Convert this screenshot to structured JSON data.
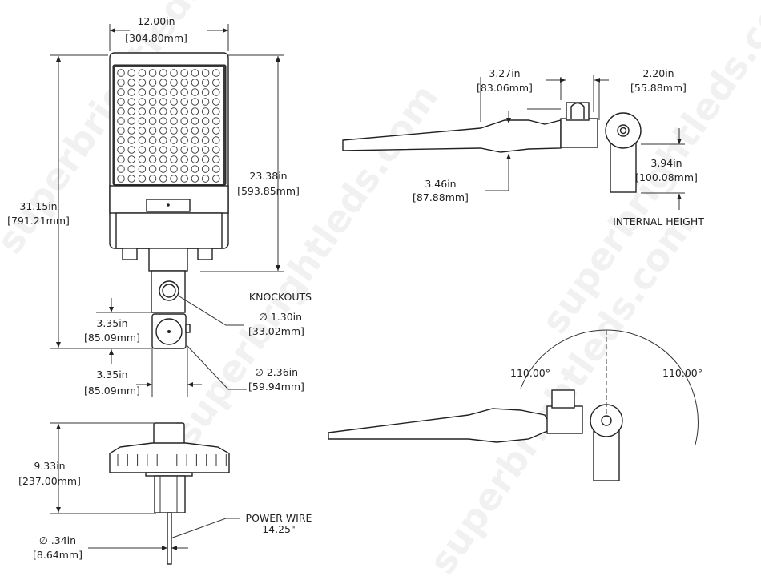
{
  "watermark": "superbrightleds.com",
  "front_view": {
    "width": {
      "in": "12.00in",
      "mm": "[304.80mm]"
    },
    "overall_height": {
      "in": "31.15in",
      "mm": "[791.21mm]"
    },
    "head_height": {
      "in": "23.38in",
      "mm": "[593.85mm]"
    },
    "knockouts_title": "KNOCKOUTS",
    "knockout_small": {
      "in": "∅ 1.30in",
      "mm": "[33.02mm]"
    },
    "knockout_large": {
      "in": "∅ 2.36in",
      "mm": "[59.94mm]"
    },
    "mount_height": {
      "in": "3.35in",
      "mm": "[85.09mm]"
    },
    "mount_width": {
      "in": "3.35in",
      "mm": "[85.09mm]"
    }
  },
  "side_view": {
    "photocell_width": {
      "in": "3.27in",
      "mm": "[83.06mm]"
    },
    "photocell_height": {
      "in": "2.20in",
      "mm": "[55.88mm]"
    },
    "profile_height": {
      "in": "3.46in",
      "mm": "[87.88mm]"
    },
    "internal_height": {
      "in": "3.94in",
      "mm": "[100.08mm]"
    },
    "internal_height_label": "INTERNAL HEIGHT"
  },
  "tilt_view": {
    "angle_left": "110.00°",
    "angle_right": "110.00°"
  },
  "end_view": {
    "height": {
      "in": "9.33in",
      "mm": "[237.00mm]"
    },
    "wire_label": "POWER WIRE",
    "wire_length": "14.25\"",
    "wire_diameter": {
      "in": "∅ .34in",
      "mm": "[8.64mm]"
    }
  }
}
